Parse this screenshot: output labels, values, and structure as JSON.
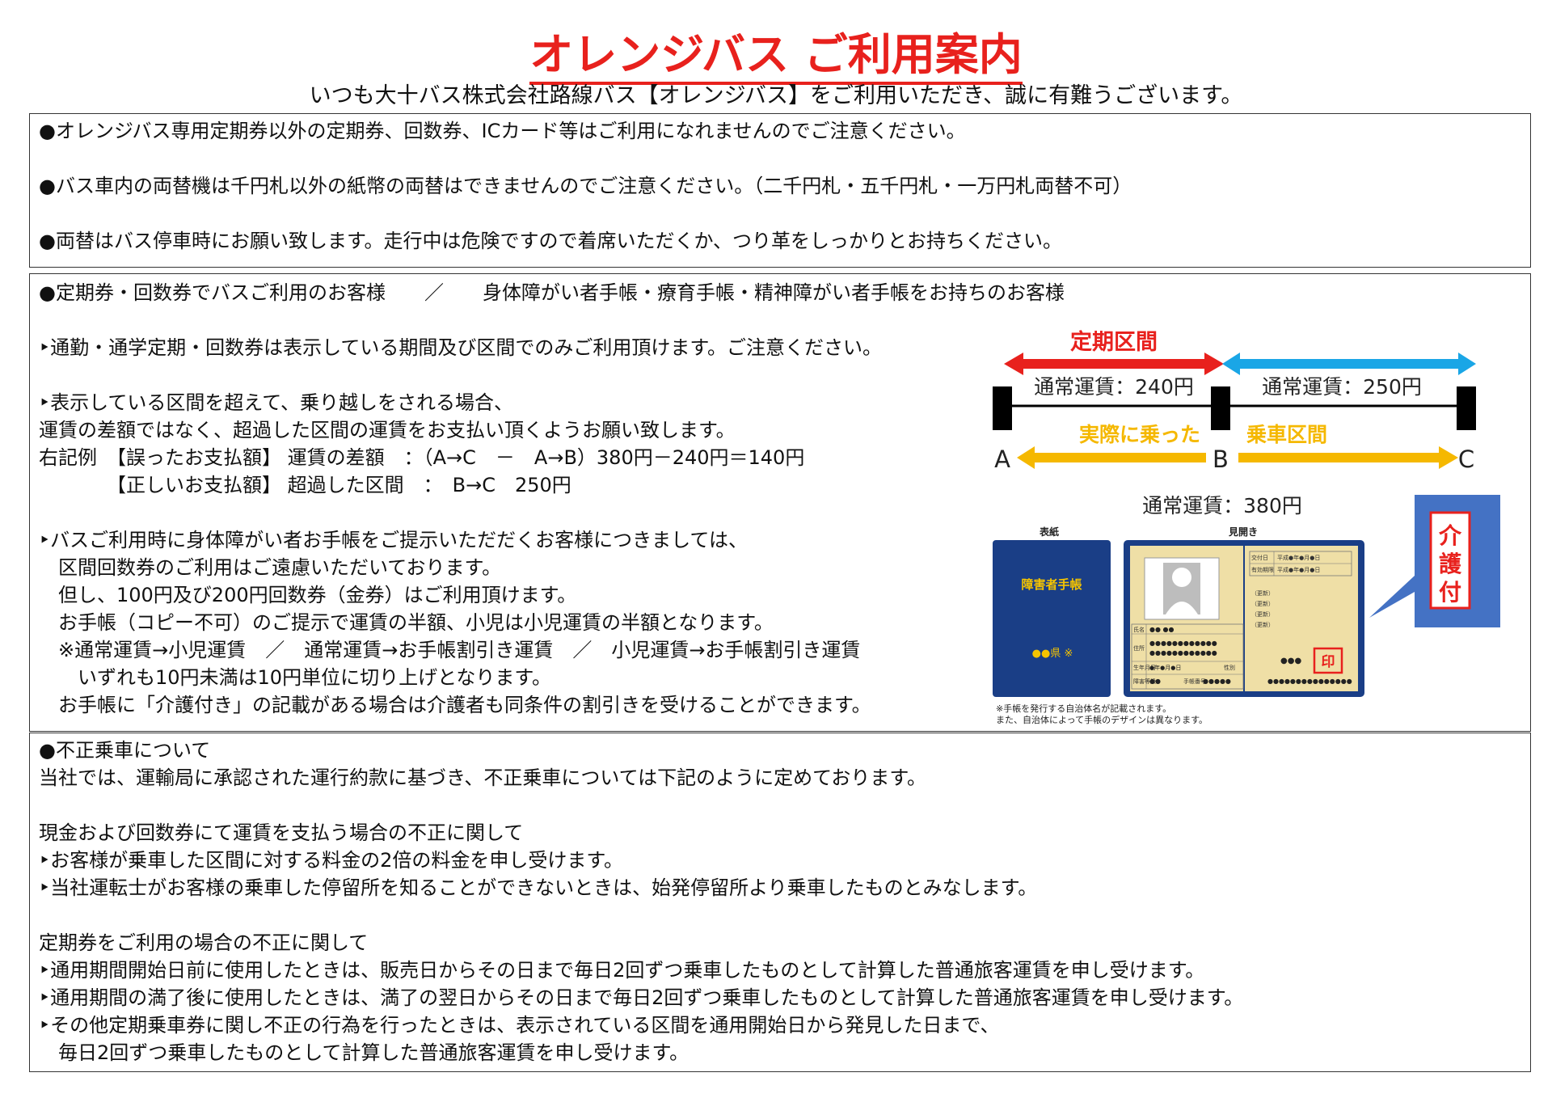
{
  "header": {
    "title": "オレンジバス ご利用案内",
    "subtitle": "いつも大十バス株式会社路線バス【オレンジバス】をご利用いただき、誠に有難うございます。"
  },
  "notice": {
    "lines": [
      "●オレンジバス専用定期券以外の定期券、回数券、ICカード等はご利用になれませんのでご注意ください。",
      "●バス車内の両替機は千円札以外の紙幣の両替はできませんのでご注意ください。（二千円札・五千円札・一万円札両替不可）",
      "●両替はバス停車時にお願い致します。走行中は危険ですので着席いただくか、つり革をしっかりとお持ちください。"
    ]
  },
  "pass": {
    "heading": "●定期券・回数券でバスご利用のお客様　　／　　身体障がい者手帳・療育手帳・精神障がい者手帳をお持ちのお客様",
    "lines": [
      "‣通勤・通学定期・回数券は表示している期間及び区間でのみご利用頂けます。ご注意ください。",
      "‣表示している区間を超えて、乗り越しをされる場合、",
      "運賃の差額ではなく、超過した区間の運賃をお支払い頂くようお願い致します。",
      "右記例　【誤ったお支払額】 運賃の差額　：（A→C　－　A→B）380円－240円＝140円",
      "　　　　【正しいお支払額】 超過した区間　：　B→C　250円",
      "‣バスご利用時に身体障がい者お手帳をご提示いただだくお客様につきましては、",
      "　区間回数券のご利用はご遠慮いただいております。",
      "　但し、100円及び200円回数券（金券）はご利用頂けます。",
      "　お手帳（コピー不可）のご提示で運賃の半額、小児は小児運賃の半額となります。",
      "　※通常運賃→小児運賃　／　通常運賃→お手帳割引き運賃　／　小児運賃→お手帳割引き運賃",
      "　　いずれも10円未満は10円単位に切り上げとなります。",
      "　お手帳に「介護付き」の記載がある場合は介護者も同条件の割引きを受けることができます。"
    ],
    "diagram": {
      "pass_section_label": "定期区間",
      "fare_ab": "通常運賃：240円",
      "fare_bc": "通常運賃：250円",
      "rode_label": "実際に乗った",
      "ride_section_label": "乗車区間",
      "stop_a": "A",
      "stop_b": "B",
      "stop_c": "C",
      "fare_ac": "通常運賃：380円",
      "colors": {
        "red": "#e8211d",
        "blue": "#1aa6e6",
        "yellow": "#f5b800"
      }
    },
    "handbook": {
      "cover_label": "表紙",
      "inside_label": "見開き",
      "cover_title": "障害者手帳",
      "cover_pref": "●●県 ※",
      "seal": "印",
      "care_label": "介護付",
      "fields": [
        "交付日",
        "有効期限",
        "氏名",
        "住所",
        "生年月日",
        "障害等級",
        "性別",
        "手帳番号"
      ],
      "field_values": [
        "平成●年●月●日",
        "平成●年●月●日"
      ],
      "updates": [
        "（更新）",
        "（更新）",
        "（更新）",
        "（更新）"
      ],
      "note_1": "※手帳を発行する自治体名が記載されます。",
      "note_2": "また、自治体によって手帳のデザインは異なります。"
    }
  },
  "fraud": {
    "lines": [
      "●不正乗車について",
      "当社では、運輸局に承認された運行約款に基づき、不正乗車については下記のように定めております。",
      "現金および回数券にて運賃を支払う場合の不正に関して",
      "‣お客様が乗車した区間に対する料金の2倍の料金を申し受けます。",
      "‣当社運転士がお客様の乗車した停留所を知ることができないときは、始発停留所より乗車したものとみなします。",
      "定期券をご利用の場合の不正に関して",
      "‣通用期間開始日前に使用したときは、販売日からその日まで毎日2回ずつ乗車したものとして計算した普通旅客運賃を申し受けます。",
      "‣通用期間の満了後に使用したときは、満了の翌日からその日まで毎日2回ずつ乗車したものとして計算した普通旅客運賃を申し受けます。",
      "‣その他定期乗車券に関し不正の行為を行ったときは、表示されている区間を通用開始日から発見した日まで、",
      "　毎日2回ずつ乗車したものとして計算した普通旅客運賃を申し受けます。"
    ]
  }
}
